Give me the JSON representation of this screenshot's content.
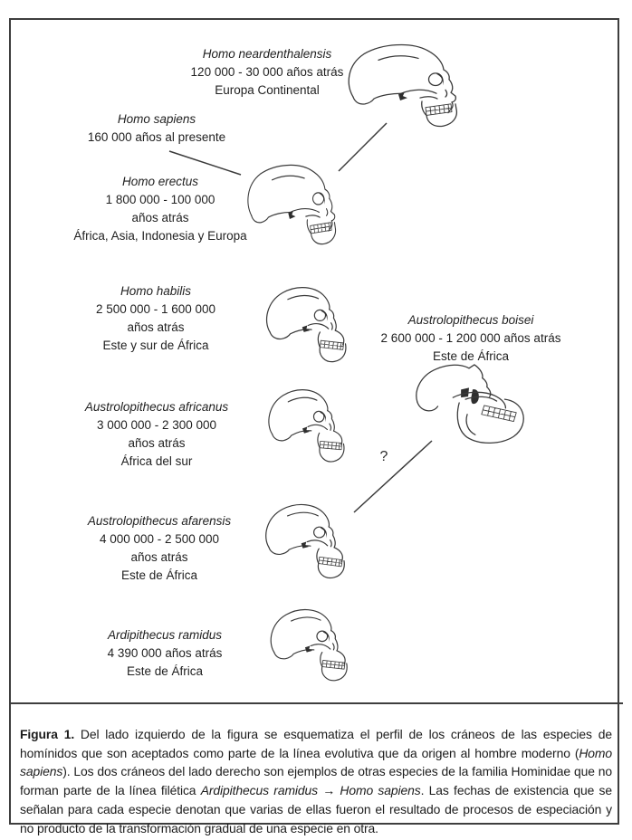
{
  "figure": {
    "species": [
      {
        "name": "Homo neardenthalensis",
        "lines": [
          "120 000 - 30 000 años atrás",
          "Europa Continental"
        ],
        "skull_icon": "homo-neardenthalensis-skull-icon"
      },
      {
        "name": "Homo sapiens",
        "lines": [
          "160 000 años al presente"
        ],
        "skull_icon": null
      },
      {
        "name": "Homo erectus",
        "lines": [
          "1 800 000 - 100 000",
          "años atrás",
          "África, Asia, Indonesia y Europa"
        ],
        "skull_icon": "homo-erectus-skull-icon"
      },
      {
        "name": "Homo habilis",
        "lines": [
          "2 500 000 - 1 600 000",
          "años atrás",
          "Este y sur de África"
        ],
        "skull_icon": "homo-habilis-skull-icon"
      },
      {
        "name": "Austrolopithecus boisei",
        "lines": [
          "2 600 000 - 1 200 000 años atrás",
          "Este de África"
        ],
        "skull_icon": "austrolopithecus-boisei-skull-icon"
      },
      {
        "name": "Austrolopithecus africanus",
        "lines": [
          "3 000 000 - 2 300 000",
          "años atrás",
          "África del sur"
        ],
        "skull_icon": "austrolopithecus-africanus-skull-icon"
      },
      {
        "name": "Austrolopithecus afarensis",
        "lines": [
          "4 000 000 - 2 500 000",
          "años atrás",
          "Este de África"
        ],
        "skull_icon": "austrolopithecus-afarensis-skull-icon"
      },
      {
        "name": "Ardipithecus ramidus",
        "lines": [
          "4 390 000 años atrás",
          "Este de África"
        ],
        "skull_icon": "ardipithecus-ramidus-skull-icon"
      }
    ],
    "question_mark": "?"
  },
  "caption": {
    "segments": [
      {
        "text": "Figura 1.",
        "style": "bold"
      },
      {
        "text": " Del lado izquierdo de la figura se esquematiza el perfil de los cráneos de las especies de homínidos que son aceptados como parte de la línea evolutiva que da origen al hombre moderno (",
        "style": "normal"
      },
      {
        "text": "Homo sapiens",
        "style": "italic"
      },
      {
        "text": "). Los dos cráneos del lado derecho son ejemplos de otras especies de la familia Hominidae que no forman parte de la línea filética ",
        "style": "normal"
      },
      {
        "text": "Ardipithecus ramidus",
        "style": "italic"
      },
      {
        "text": " → ",
        "style": "normal"
      },
      {
        "text": "Homo sapiens",
        "style": "italic"
      },
      {
        "text": ". Las fechas de existencia que se señalan para cada especie denotan que varias de ellas fueron el resultado de procesos de especiación y no producto de la transformación gradual de una especie en otra.",
        "style": "normal"
      }
    ]
  },
  "colors": {
    "background": "#ffffff",
    "ink": "#1f1f1f",
    "line_art": "#3a3a3a",
    "border": "#3e3e3e"
  }
}
